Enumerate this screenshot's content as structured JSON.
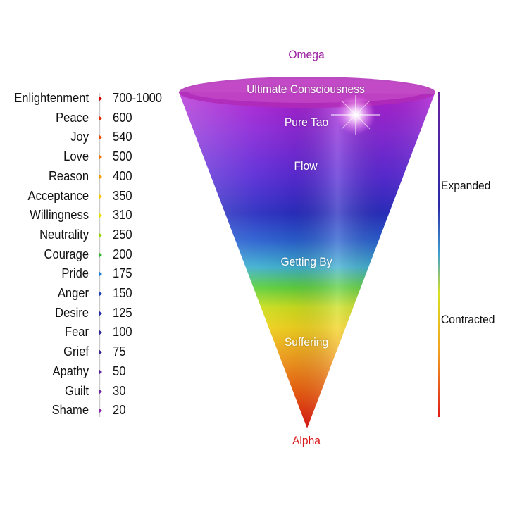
{
  "levels": [
    {
      "name": "Enlightenment",
      "value": "700-1000",
      "color": "#d40000"
    },
    {
      "name": "Peace",
      "value": "600",
      "color": "#e02a00"
    },
    {
      "name": "Joy",
      "value": "540",
      "color": "#ea4a00"
    },
    {
      "name": "Love",
      "value": "500",
      "color": "#f07000"
    },
    {
      "name": "Reason",
      "value": "400",
      "color": "#f39a00"
    },
    {
      "name": "Acceptance",
      "value": "350",
      "color": "#f6c400"
    },
    {
      "name": "Willingness",
      "value": "310",
      "color": "#e6e000"
    },
    {
      "name": "Neutrality",
      "value": "250",
      "color": "#9ad400"
    },
    {
      "name": "Courage",
      "value": "200",
      "color": "#2bb52b"
    },
    {
      "name": "Pride",
      "value": "175",
      "color": "#1b7fd8"
    },
    {
      "name": "Anger",
      "value": "150",
      "color": "#1a3fb8"
    },
    {
      "name": "Desire",
      "value": "125",
      "color": "#1f2aa8"
    },
    {
      "name": "Fear",
      "value": "100",
      "color": "#2a2296"
    },
    {
      "name": "Grief",
      "value": "75",
      "color": "#3b2296"
    },
    {
      "name": "Apathy",
      "value": "50",
      "color": "#55229c"
    },
    {
      "name": "Guilt",
      "value": "30",
      "color": "#6e22a0"
    },
    {
      "name": "Shame",
      "value": "20",
      "color": "#8a24a6"
    }
  ],
  "cone": {
    "top_label": "Omega",
    "bottom_label": "Alpha",
    "inner_labels": [
      "Ultimate Consciousness",
      "Pure Tao",
      "Flow",
      "Getting By",
      "Suffering"
    ]
  },
  "side_scale": {
    "upper_label": "Expanded",
    "lower_label": "Contracted"
  },
  "colors": {
    "omega": "#9a1fa0",
    "alpha": "#d81a1a"
  }
}
